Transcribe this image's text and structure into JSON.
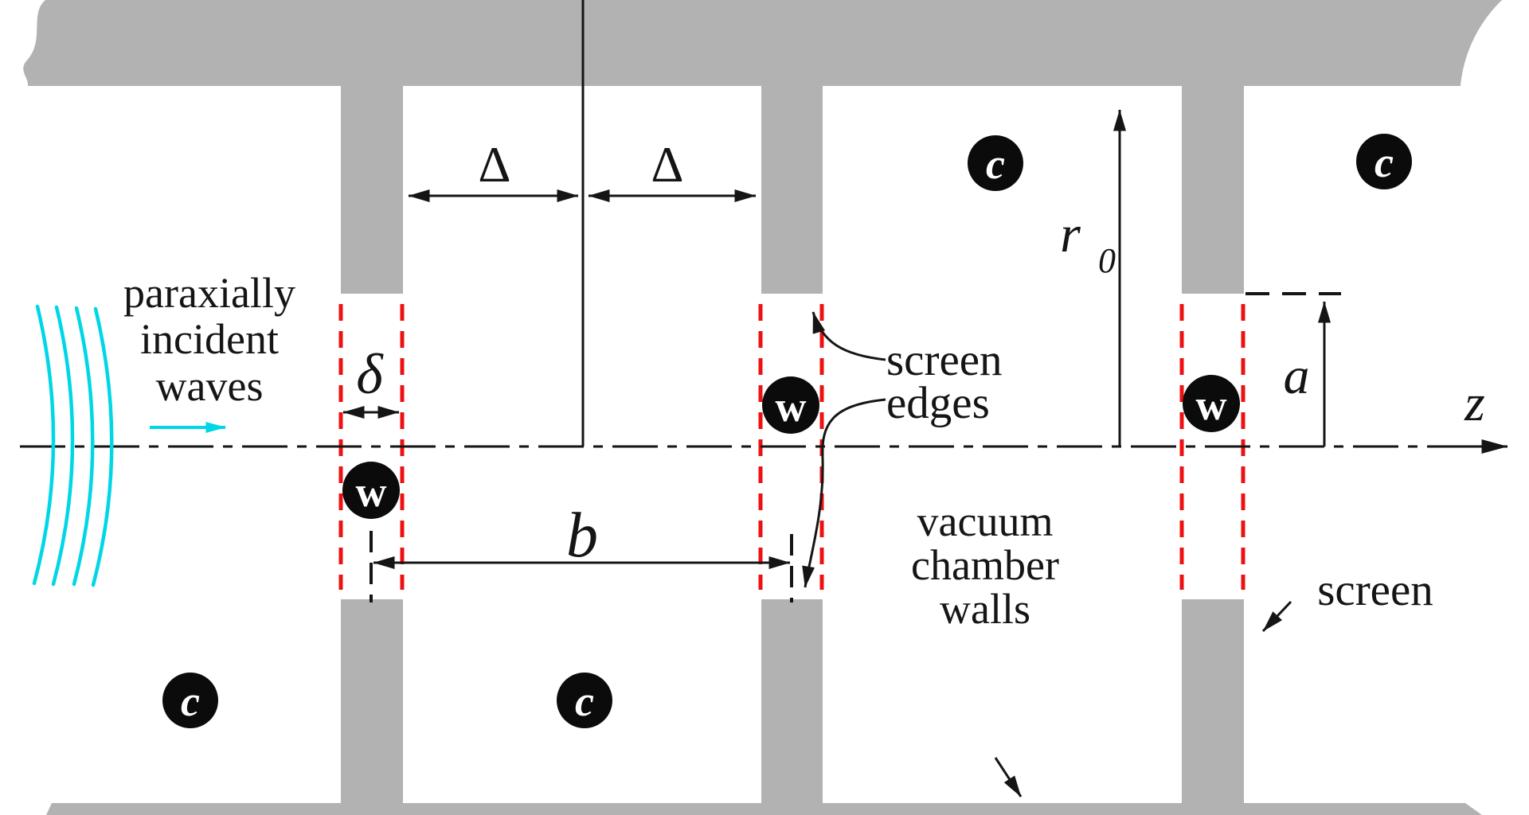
{
  "figure": {
    "labels": {
      "axis": "z",
      "half_spacing": "Δ",
      "screen_thickness": "δ",
      "period": "b",
      "chamber_radius_base": "r",
      "chamber_radius_sub": "0",
      "aperture_half_width": "a"
    },
    "annotations": {
      "incident_waves": [
        "paraxially",
        "incident",
        "waves"
      ],
      "screen_edges": [
        "screen",
        "edges"
      ],
      "screen": "screen",
      "vacuum_walls": [
        "vacuum",
        "chamber",
        "walls"
      ]
    },
    "markers": {
      "chamber": "c",
      "wall": "w"
    },
    "colors": {
      "wall_gray": "#b2b2b2",
      "screen_edge_red": "#ee1111",
      "wave_cyan": "#00d7e6",
      "ink": "#151515"
    }
  }
}
